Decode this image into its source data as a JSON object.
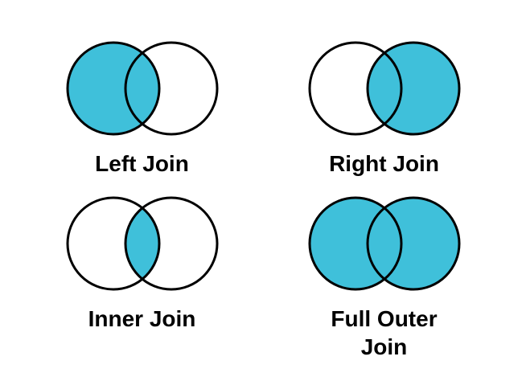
{
  "diagram": {
    "background_color": "#ffffff",
    "circle_fill_color": "#3FC0DA",
    "circle_outline_color": "#000000",
    "label_color": "#000000",
    "joins": [
      {
        "label": "Left Join",
        "shaded_region": "left-circle"
      },
      {
        "label": "Right Join",
        "shaded_region": "right-circle"
      },
      {
        "label": "Inner Join",
        "shaded_region": "intersection"
      },
      {
        "label": "Full Outer Join",
        "shaded_region": "both-circles"
      }
    ]
  }
}
